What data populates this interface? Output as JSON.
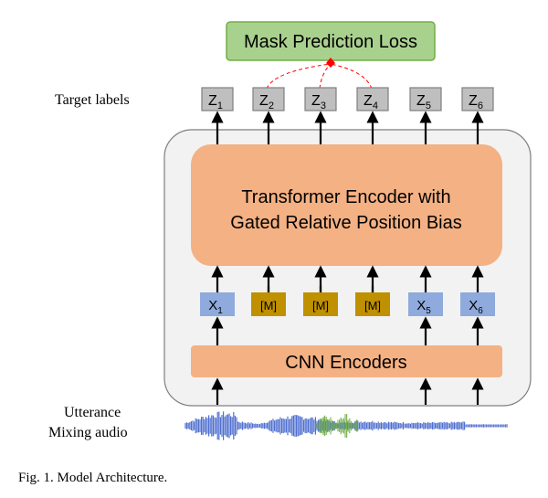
{
  "loss": {
    "label": "Mask Prediction Loss"
  },
  "target_labels": {
    "label": "Target labels"
  },
  "targets": [
    {
      "sym": "Z",
      "sub": "1"
    },
    {
      "sym": "Z",
      "sub": "2"
    },
    {
      "sym": "Z",
      "sub": "3"
    },
    {
      "sym": "Z",
      "sub": "4"
    },
    {
      "sym": "Z",
      "sub": "5"
    },
    {
      "sym": "Z",
      "sub": "6"
    }
  ],
  "transformer": {
    "line1": "Transformer Encoder with",
    "line2": "Gated Relative Position Bias"
  },
  "inputs": [
    {
      "sym": "X",
      "sub": "1",
      "masked": false
    },
    {
      "sym": "[M]",
      "sub": "",
      "masked": true
    },
    {
      "sym": "[M]",
      "sub": "",
      "masked": true
    },
    {
      "sym": "[M]",
      "sub": "",
      "masked": true
    },
    {
      "sym": "X",
      "sub": "5",
      "masked": false
    },
    {
      "sym": "X",
      "sub": "6",
      "masked": false
    }
  ],
  "cnn": {
    "label": "CNN Encoders"
  },
  "audio": {
    "line1": "Utterance",
    "line2": "Mixing  audio"
  },
  "caption": "Fig. 1.  Model Architecture.",
  "colors": {
    "loss_fill": "#a9d18e",
    "loss_stroke": "#70ad47",
    "target_fill": "#bfbfbf",
    "target_stroke": "#7f7f7f",
    "outer_fill": "#f2f2f2",
    "outer_stroke": "#7f7f7f",
    "encoder_fill": "#f4b183",
    "input_fill": "#8faadc",
    "mask_fill": "#bf9000",
    "wave_blue": "#4f6fd0",
    "wave_green": "#70ad47",
    "dashed": "#ff0000"
  }
}
